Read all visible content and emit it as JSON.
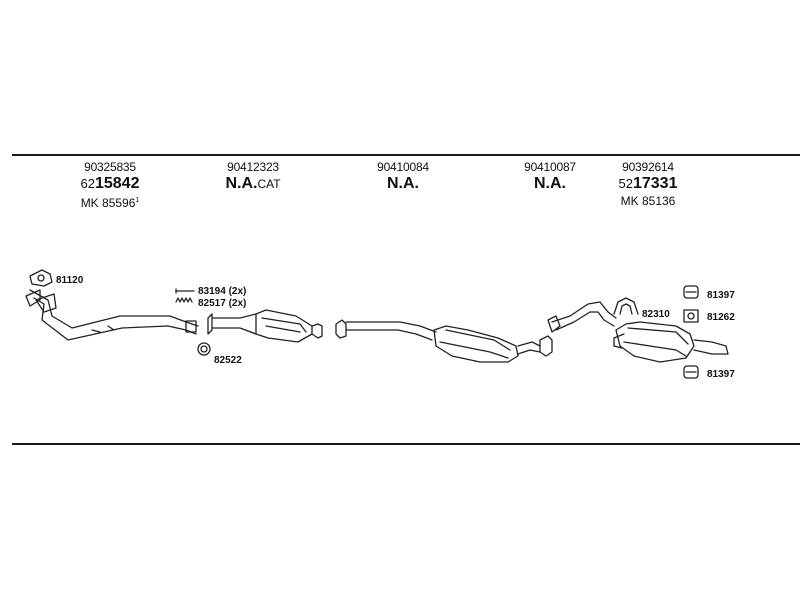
{
  "columns": [
    {
      "part": "90325835",
      "prefix": "62",
      "number": "15842",
      "mk": "MK 85596",
      "mk_sup": "1"
    },
    {
      "part": "90412323",
      "prefix": "",
      "number": "N.A.",
      "suffix": "CAT"
    },
    {
      "part": "90410084",
      "prefix": "",
      "number": "N.A."
    },
    {
      "part": "90410087",
      "prefix": "",
      "number": "N.A."
    },
    {
      "part": "90392614",
      "prefix": "52",
      "number": "17331",
      "mk": "MK 85136"
    }
  ],
  "labels": {
    "l81120": "81120",
    "l83194": "83194 (2x)",
    "l82517": "82517 (2x)",
    "l82522": "82522",
    "l82310": "82310",
    "l81397a": "81397",
    "l81262": "81262",
    "l81397b": "81397"
  }
}
